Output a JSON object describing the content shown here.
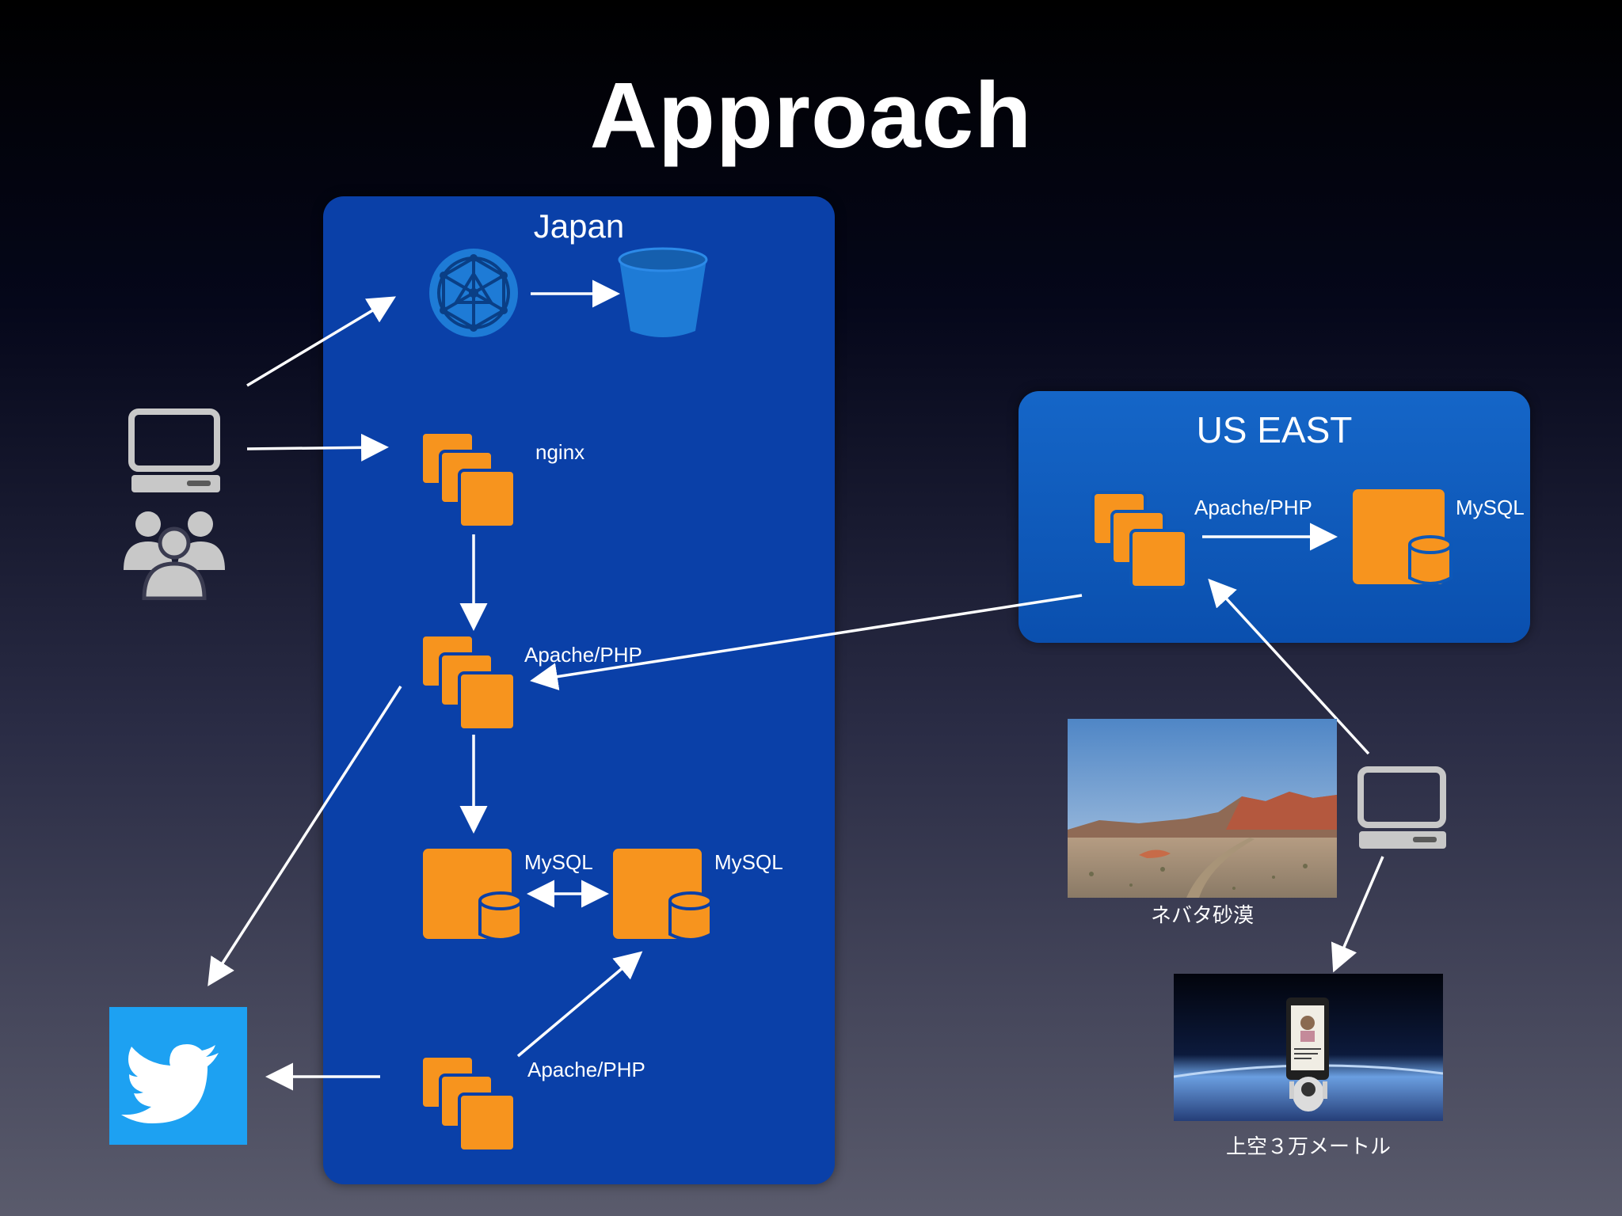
{
  "title": "Approach",
  "regions": {
    "japan": "Japan",
    "us_east": "US EAST"
  },
  "labels": {
    "nginx": "nginx",
    "apache_php_1": "Apache/PHP",
    "mysql_1": "MySQL",
    "mysql_2": "MySQL",
    "apache_php_2": "Apache/PHP",
    "useast_apache_php": "Apache/PHP",
    "useast_mysql": "MySQL"
  },
  "photos": {
    "desert_caption": "ネバタ砂漠",
    "sky_caption": "上空３万メートル"
  },
  "icons": [
    "computer-icon",
    "users-icon",
    "cloudfront-icon",
    "s3-bucket-icon",
    "ec2-instances-icon",
    "rds-instance-icon",
    "twitter-icon"
  ],
  "colors": {
    "region_japan": "#0a40a8",
    "region_us_east": "#0f5cbf",
    "aws_orange": "#f7941e",
    "cloudfront_blue": "#1e7bd6",
    "twitter_blue": "#1da1f2",
    "icon_gray": "#c8c8c8"
  }
}
